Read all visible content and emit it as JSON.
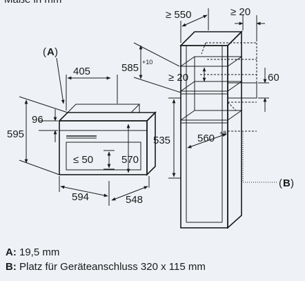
{
  "header_fragment": "Maße in mm",
  "oven": {
    "label_A": "A",
    "depth": "405",
    "panel": "96",
    "height": "595",
    "cutout_height_max": "≤ 50",
    "inner_height": "570",
    "width": "594",
    "depth_total": "548"
  },
  "cabinet": {
    "width_min": "≥ 550",
    "side_min": "≥ 20",
    "height_offset": "585",
    "height_offset_tol": "+10",
    "shelf_gap_min": "≥ 20",
    "vent": "60",
    "niche_height": "535",
    "niche_width": "560",
    "niche_width_tol": "+8",
    "label_B": "B"
  },
  "legend": {
    "a_key": "A:",
    "a_text": "19,5 mm",
    "b_key": "B:",
    "b_text": "Platz für Geräteanschluss 320 x 115 mm"
  }
}
